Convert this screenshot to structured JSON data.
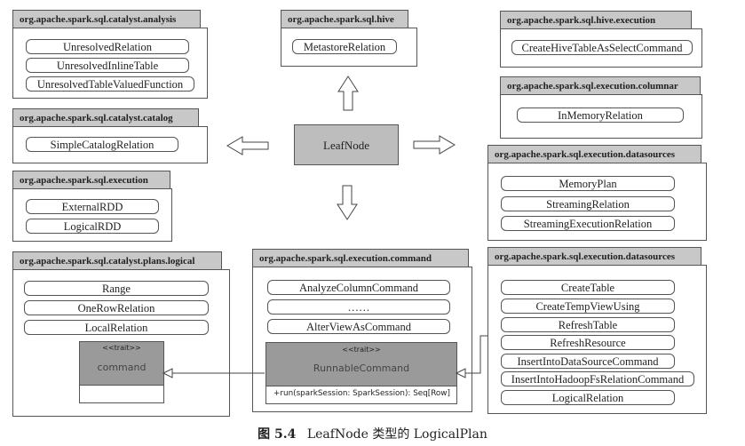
{
  "diagram": {
    "center": "LeafNode",
    "packages": {
      "analysis": {
        "title": "org.apache.spark.sql.catalyst.analysis",
        "classes": [
          "UnresolvedRelation",
          "UnresolvedInlineTable",
          "UnresolvedTableValuedFunction"
        ]
      },
      "catalog": {
        "title": "org.apache.spark.sql.catalyst.catalog",
        "classes": [
          "SimpleCatalogRelation"
        ]
      },
      "execution": {
        "title": "org.apache.spark.sql.execution",
        "classes": [
          "ExternalRDD",
          "LogicalRDD"
        ]
      },
      "logical": {
        "title": "org.apache.spark.sql.catalyst.plans.logical",
        "classes": [
          "Range",
          "OneRowRelation",
          "LocalRelation"
        ],
        "trait": {
          "stereotype": "<<trait>>",
          "name": "command"
        }
      },
      "hive": {
        "title": "org.apache.spark.sql.hive",
        "classes": [
          "MetastoreRelation"
        ]
      },
      "command": {
        "title": "org.apache.spark.sql.execution.command",
        "classes": [
          "AnalyzeColumnCommand",
          "……",
          "AlterViewAsCommand"
        ],
        "runnable": {
          "stereotype": "<<trait>>",
          "name": "RunnableCommand",
          "method": "+run(sparkSession: SparkSession): Seq[Row]"
        }
      },
      "hive_execution": {
        "title": "org.apache.spark.sql.hive.execution",
        "classes": [
          "CreateHiveTableAsSelectCommand"
        ]
      },
      "columnar": {
        "title": "org.apache.spark.sql.execution.columnar",
        "classes": [
          "InMemoryRelation"
        ]
      },
      "datasources1": {
        "title": "org.apache.spark.sql.execution.datasources",
        "classes": [
          "MemoryPlan",
          "StreamingRelation",
          "StreamingExecutionRelation"
        ]
      },
      "datasources2": {
        "title": "org.apache.spark.sql.execution.datasources",
        "classes": [
          "CreateTable",
          "CreateTempViewUsing",
          "RefreshTable",
          "RefreshResource",
          "InsertIntoDataSourceCommand",
          "InsertIntoHadoopFsRelationCommand",
          "LogicalRelation"
        ]
      }
    }
  },
  "caption": {
    "label": "图 5.4",
    "text": "LeafNode 类型的 LogicalPlan"
  }
}
